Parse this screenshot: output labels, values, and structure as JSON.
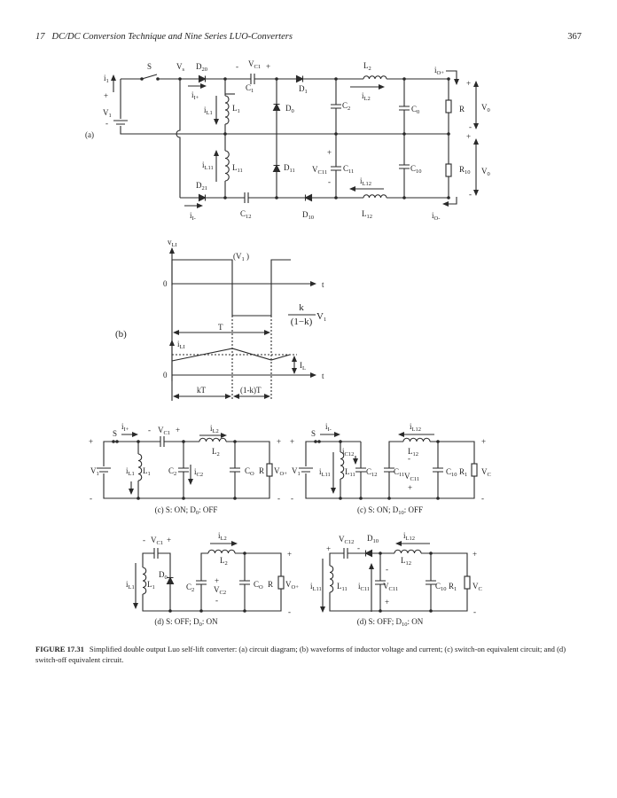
{
  "header": {
    "chapter": "17",
    "title": "DC/DC Conversion Technique and Nine Series LUO-Converters",
    "page": "367"
  },
  "a": {
    "tag": "(a)",
    "plus": "+",
    "minus": "-",
    "S": [
      "S"
    ],
    "Vs": [
      "V",
      "s"
    ],
    "D20": [
      "D",
      "20"
    ],
    "VC1": [
      "V",
      "C1"
    ],
    "L2": [
      "L",
      "2"
    ],
    "iOp": [
      "i",
      "O+"
    ],
    "i1": [
      "i",
      "1"
    ],
    "V1": [
      "V",
      "1"
    ],
    "iIp": [
      "i",
      "I+"
    ],
    "iL1": [
      "i",
      "L1"
    ],
    "L1": [
      "L",
      "1"
    ],
    "C1": [
      "C",
      "1"
    ],
    "D1": [
      "D",
      "1"
    ],
    "D0": [
      "D",
      "0"
    ],
    "C2": [
      "C",
      "2"
    ],
    "iL2": [
      "i",
      "L2"
    ],
    "C0": [
      "C",
      "0"
    ],
    "R": [
      "R"
    ],
    "V0": [
      "V",
      "0"
    ],
    "R10": [
      "R",
      "10"
    ],
    "VC11": [
      "V",
      "C11"
    ],
    "C11": [
      "C",
      "11"
    ],
    "C10": [
      "C",
      "10"
    ],
    "iL12": [
      "i",
      "L12"
    ],
    "iL11": [
      "i",
      "L11"
    ],
    "L11": [
      "L",
      "11"
    ],
    "D11": [
      "D",
      "11"
    ],
    "D21": [
      "D",
      "21"
    ],
    "iIm": [
      "i",
      "I-"
    ],
    "C12": [
      "C",
      "12"
    ],
    "D10": [
      "D",
      "10"
    ],
    "L12": [
      "L",
      "12"
    ],
    "iOm": [
      "i",
      "O-"
    ]
  },
  "b": {
    "tag": "(b)",
    "vLI": [
      "v",
      "LI"
    ],
    "V1p": [
      "(V",
      "1",
      " )"
    ],
    "zero": "0",
    "t": "t",
    "k": "k",
    "den": "(1−k)",
    "V1": [
      "V",
      "1"
    ],
    "T": "T",
    "iLI": [
      "i",
      "LI"
    ],
    "IL": [
      "I",
      "L"
    ],
    "kT": "kT",
    "k1T": "(1-k)T"
  },
  "c_on_d0": {
    "plus": "+",
    "minus": "-",
    "V1": [
      "V",
      "1"
    ],
    "S": [
      "S"
    ],
    "iIp": [
      "i",
      "I+"
    ],
    "VC1": [
      "V",
      "C1"
    ],
    "iL2": [
      "i",
      "L2"
    ],
    "L2": [
      "L",
      "2"
    ],
    "iL1": [
      "i",
      "L1"
    ],
    "L1": [
      "L",
      "1"
    ],
    "C2": [
      "C",
      "2"
    ],
    "iC2": [
      "i",
      "C2"
    ],
    "C0": [
      "C",
      "O"
    ],
    "R": [
      "R"
    ],
    "VOp": [
      "V",
      "O+"
    ],
    "caption": [
      "(c) S: ON; D",
      "0",
      ": OFF"
    ]
  },
  "c_on_d10": {
    "plus": "+",
    "minus": "-",
    "V1": [
      "V",
      "1"
    ],
    "S": [
      "S"
    ],
    "iIm": [
      "i",
      "I-"
    ],
    "iL11": [
      "i",
      "L11"
    ],
    "iC12": [
      "i",
      "C12"
    ],
    "L11": [
      "L",
      "11"
    ],
    "C12": [
      "C",
      "12"
    ],
    "C11": [
      "C",
      "11"
    ],
    "VC11": [
      "V",
      "C11"
    ],
    "L12": [
      "L",
      "12"
    ],
    "iL12": [
      "i",
      "L12"
    ],
    "C10": [
      "C",
      "10"
    ],
    "R1": [
      "R",
      "1"
    ],
    "Vc": [
      "V",
      "C"
    ],
    "caption": [
      "(c) S: ON; D",
      "10",
      ": OFF"
    ]
  },
  "d_off_d0": {
    "plus": "+",
    "minus": "-",
    "VC1": [
      "V",
      "C1"
    ],
    "iL1": [
      "i",
      "L1"
    ],
    "L1": [
      "L",
      "1"
    ],
    "D0": [
      "D",
      "0"
    ],
    "C2": [
      "C",
      "2"
    ],
    "VC2": [
      "V",
      "C2"
    ],
    "iL2": [
      "i",
      "L2"
    ],
    "L2": [
      "L",
      "2"
    ],
    "C0": [
      "C",
      "O"
    ],
    "R": [
      "R"
    ],
    "VOp": [
      "V",
      "O+"
    ],
    "caption": [
      "(d) S: OFF; D",
      "0",
      ": ON"
    ]
  },
  "d_off_d10": {
    "plus": "+",
    "minus": "-",
    "VC12": [
      "V",
      "C12"
    ],
    "D10": [
      "D",
      "10"
    ],
    "iL12": [
      "i",
      "L12"
    ],
    "L12": [
      "L",
      "12"
    ],
    "iL11": [
      "i",
      "L11"
    ],
    "L11": [
      "L",
      "11"
    ],
    "iC11": [
      "i",
      "C11"
    ],
    "VC11": [
      "V",
      "C11"
    ],
    "C10": [
      "C",
      "10"
    ],
    "R1": [
      "R",
      "1"
    ],
    "Vc": [
      "V",
      "C"
    ],
    "caption": [
      "(d) S: OFF; D",
      "10",
      ": ON"
    ]
  },
  "caption": {
    "label": "FIGURE 17.31",
    "text": "Simplified double output Luo self-lift converter: (a) circuit diagram; (b) waveforms of inductor voltage and current; (c) switch-on equivalent circuit; and (d) switch-off equivalent circuit."
  },
  "colors": {
    "ink": "#2a2a2a",
    "paper": "#ffffff"
  }
}
